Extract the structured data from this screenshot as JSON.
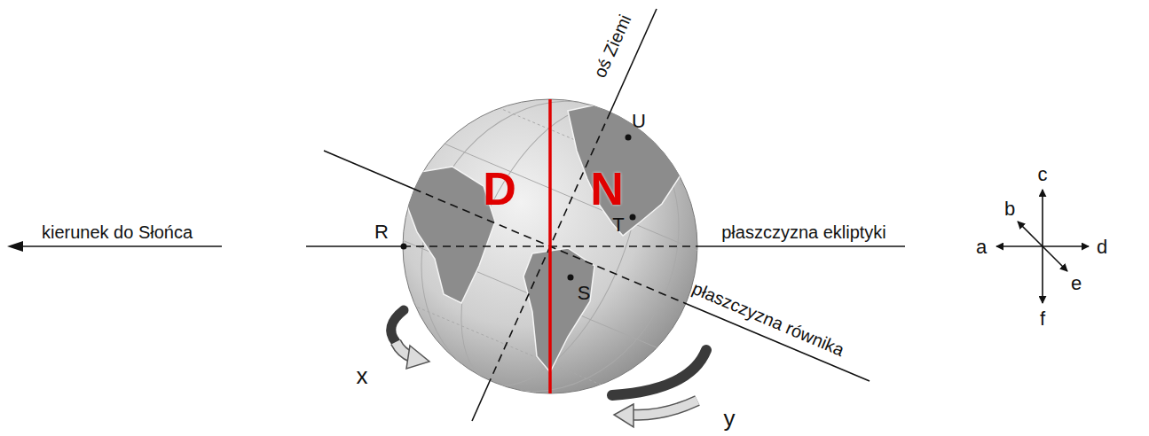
{
  "diagram": {
    "labels": [
      "oś Ziemi",
      "U",
      "D",
      "N",
      "kierunek do Słońca",
      "R",
      "T",
      "płaszczyzna ekliptyki",
      "c",
      "b",
      "a",
      "d",
      "e",
      "f",
      "S",
      "płaszczyzna równika",
      "x",
      "y"
    ]
  }
}
